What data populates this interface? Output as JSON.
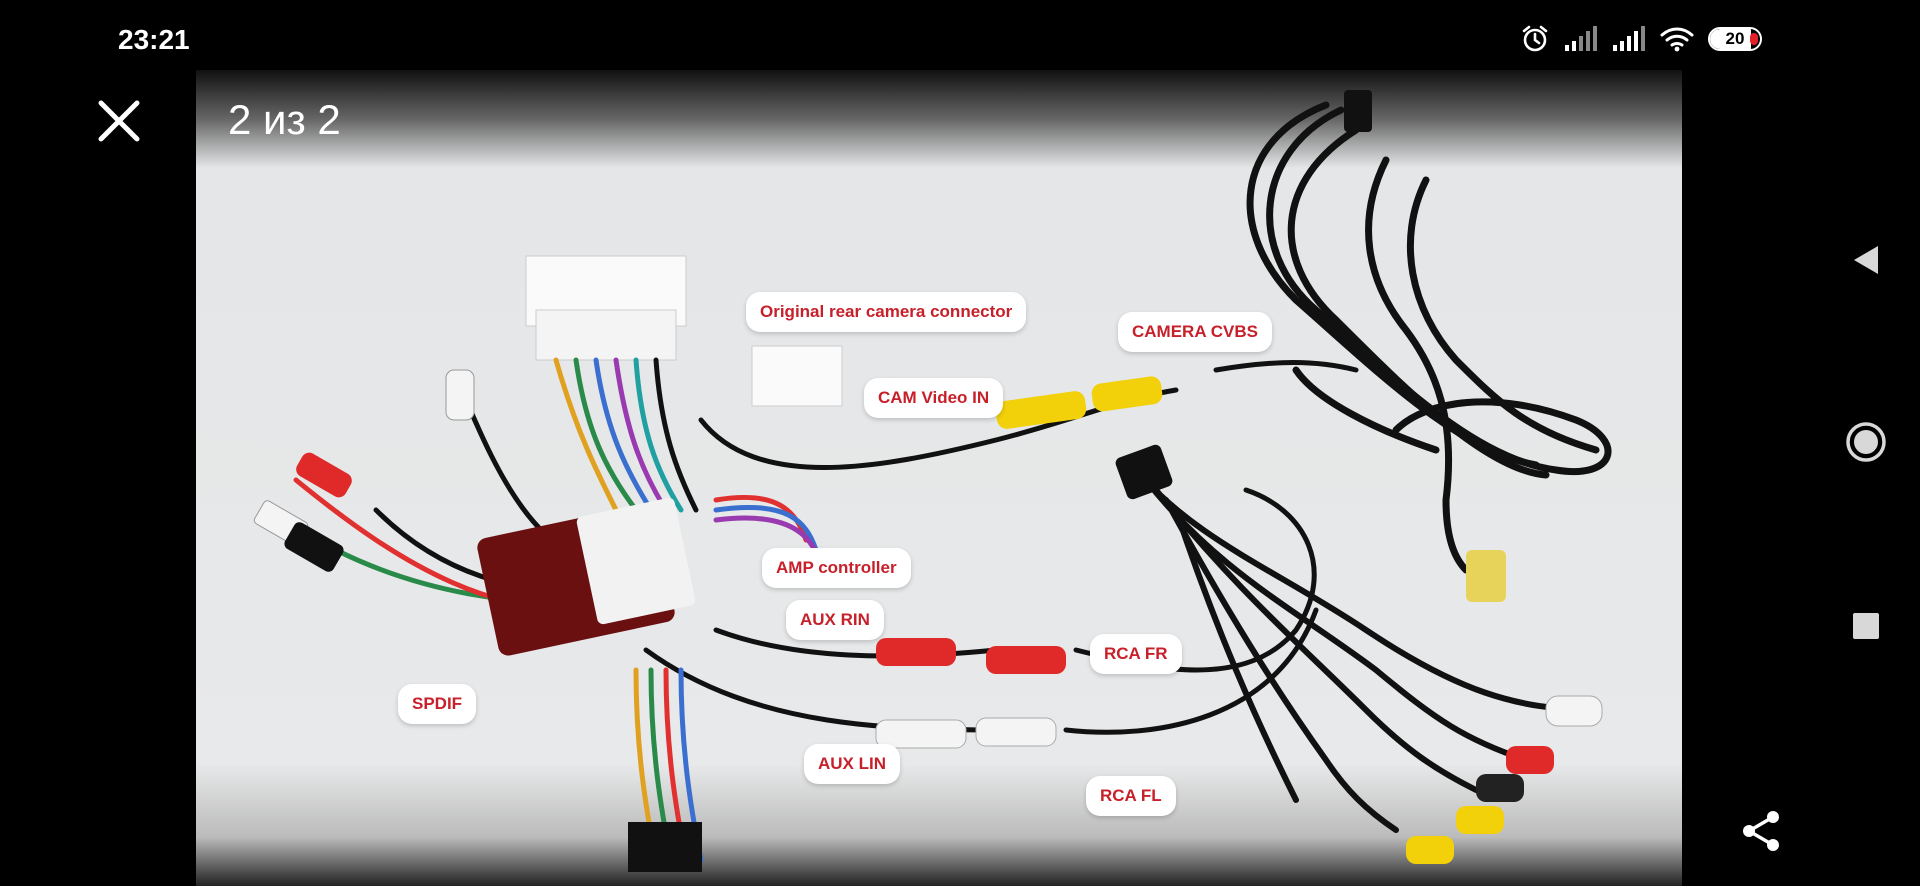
{
  "status_bar": {
    "time": "23:21",
    "icons": [
      "alarm-icon",
      "signal-icon",
      "signal-icon",
      "wifi-icon"
    ],
    "battery": {
      "level_percent": 20,
      "label": "20",
      "low_color": "#e0202a"
    }
  },
  "viewer": {
    "counter": "2 из 2",
    "close_icon": "close-icon",
    "share_icon": "share-icon"
  },
  "photo": {
    "labels": {
      "rear_camera": "Original rear camera connector",
      "camera_cvbs": "CAMERA CVBS",
      "cam_video_in": "CAM Video IN",
      "amp_controller": "AMP controller",
      "aux_rin": "AUX RIN",
      "rca_fr": "RCA FR",
      "spdif": "SPDIF",
      "aux_lin": "AUX LIN",
      "rca_fl": "RCA FL"
    },
    "label_color": "#c8202a"
  },
  "nav_bar": {
    "back_icon": "back-triangle-icon",
    "home_icon": "home-circle-icon",
    "recents_icon": "recents-square-icon"
  }
}
